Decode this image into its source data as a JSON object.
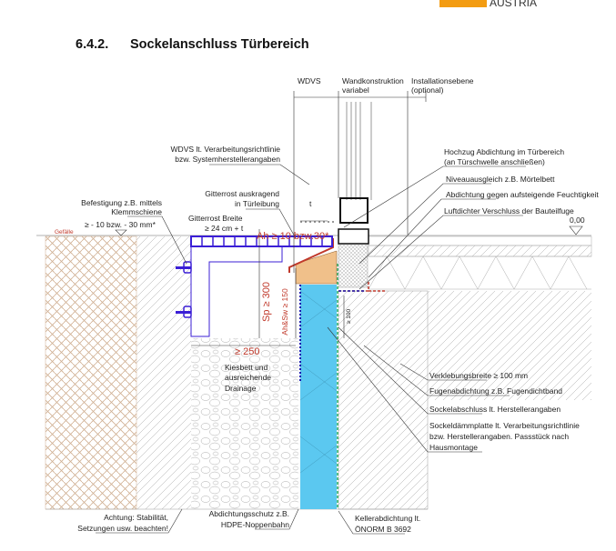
{
  "logo": {
    "text": "AUSTRIA",
    "color": "#f39c12"
  },
  "heading": {
    "number": "6.4.2.",
    "title": "Sockelanschluss Türbereich"
  },
  "dimensions_top": {
    "wdvs": "WDVS",
    "wand_1": "Wandkonstruktion",
    "wand_2": "variabel",
    "inst_1": "Installationsebene",
    "inst_2": "(optional)"
  },
  "labels_left": {
    "wdvs_1": "WDVS lt. Verarbeitungsrichtlinie",
    "wdvs_2": "bzw. Systemherstellerangaben",
    "gitter_ausk_1": "Gitterrost auskragend",
    "gitter_ausk_2": "in Türleibung",
    "befestigung_1": "Befestigung z.B. mittels",
    "befestigung_2": "Klemmschiene",
    "level": "≥ - 10 bzw. - 30 mm*",
    "gefaelle": "Gefälle",
    "gitter_breite_1": "Gitterrost Breite",
    "gitter_breite_2": "≥ 24 cm + t",
    "t": "t",
    "ah": "Ah ≥ 10 bzw.30*",
    "sp": "Sp ≥ 300",
    "ahsw": "Ah&Sw ≥ 150",
    "w250": "≥ 250",
    "kies_1": "Kiesbett und",
    "kies_2": "ausreichende",
    "kies_3": "Drainage",
    "d100": "≥ 100"
  },
  "labels_right": {
    "hochzug_1": "Hochzug Abdichtung im Türbereich",
    "hochzug_2": "(an Türschwelle anschließen)",
    "niveau": "Niveauausgleich z.B. Mörtelbett",
    "abdichtung": "Abdichtung gegen aufsteigende Feuchtigkeit",
    "luftdicht": "Luftdichter Verschluss der Bauteilfuge",
    "level_zero": "0,00",
    "verklebung": "Verklebungsbreite ≥ 100 mm",
    "fugen": "Fugenabdichtung z.B. Fugendichtband",
    "sockelabschluss": "Sockelabschluss lt. Herstellerangaben",
    "sockeldaemm_1": "Sockeldämmplatte lt. Verarbeitungsrichtlinie",
    "sockeldaemm_2": "bzw. Herstellerangaben. Passstück nach",
    "sockeldaemm_3": "Hausmontage"
  },
  "labels_bottom": {
    "achtung_1": "Achtung: Stabilität,",
    "achtung_2": "Setzungen usw. beachten!",
    "schutz_1": "Abdichtungsschutz z.B.",
    "schutz_2": "HDPE-Noppenbahn",
    "keller_1": "Kellerabdichtung lt.",
    "keller_2": "ÖNORM B 3692"
  },
  "colors": {
    "grating": "#3b1fd6",
    "insulation": "#5bc8f0",
    "wedge": "#f0c08a",
    "seal": "#c0392b",
    "soil": "#d8bfa8"
  }
}
